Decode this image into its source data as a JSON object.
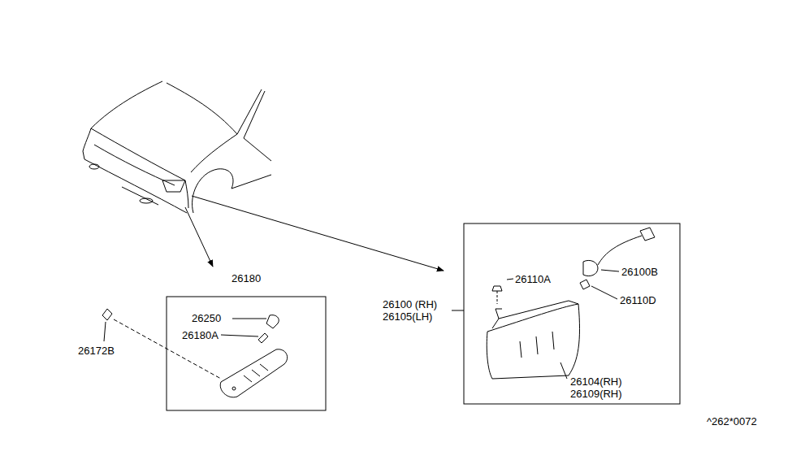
{
  "diagram": {
    "nodes": [
      {
        "text": [
          "26180"
        ]
      },
      {
        "text": [
          "26100 (RH) 26105(LH)"
        ]
      }
    ],
    "labels": [
      "26250",
      "26180A",
      "26172B",
      "26110A",
      "26100B",
      "26110D",
      "26104(RH) 26109(RH)",
      "^262*0072"
    ]
  }
}
